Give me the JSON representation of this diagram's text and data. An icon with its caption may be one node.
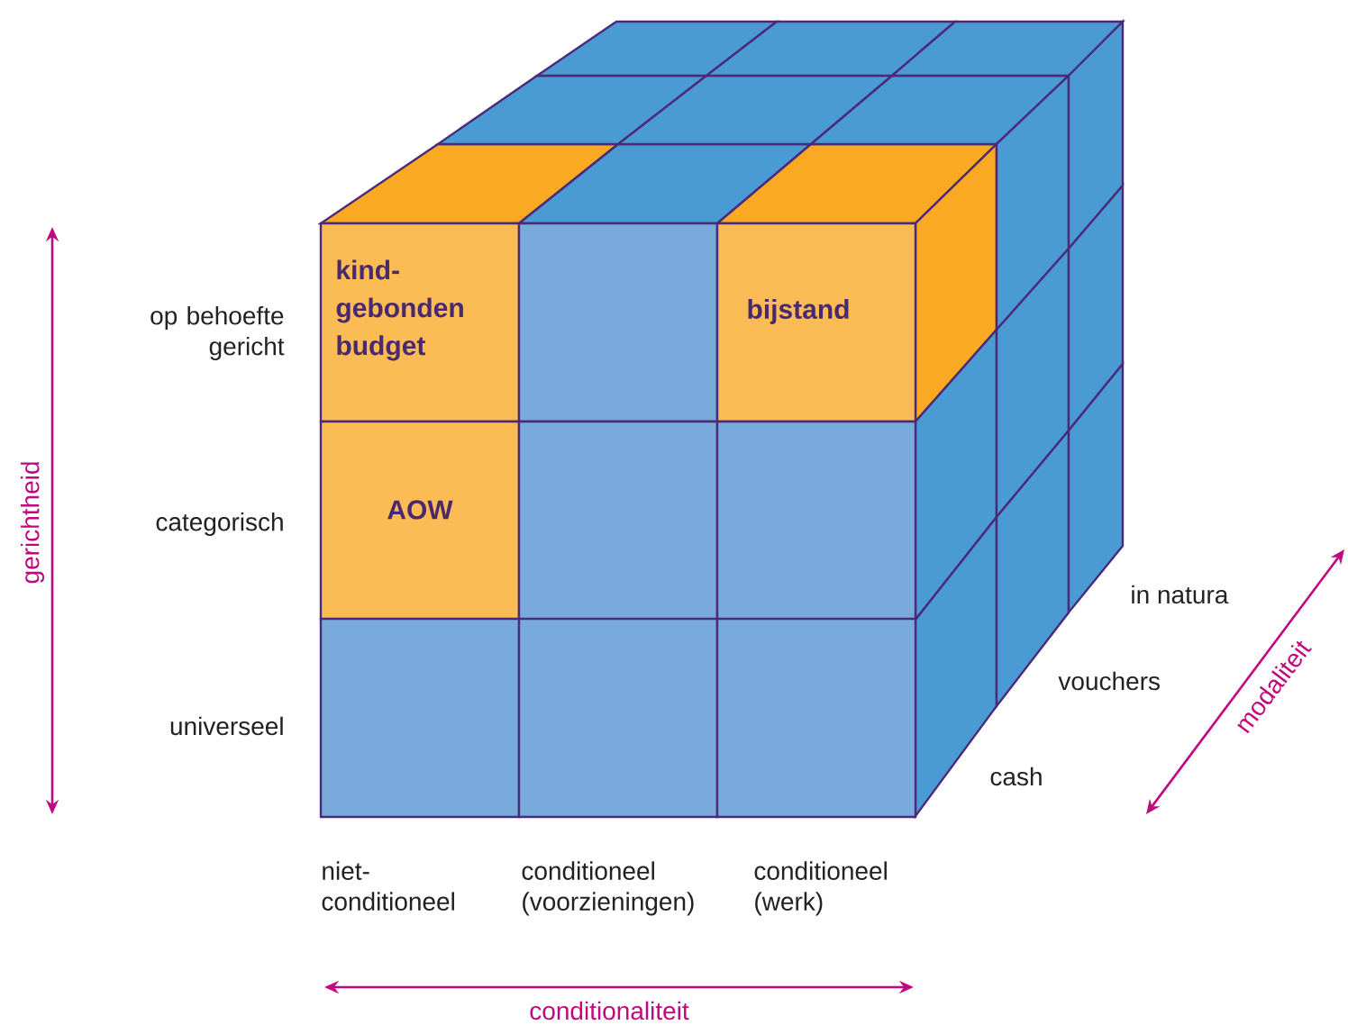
{
  "diagram": {
    "nodes": [
      {
        "text": [
          "kind-gebonden budget"
        ]
      },
      {
        "text": [],
        "shape": "box"
      },
      {
        "text": [
          "bijstand"
        ]
      },
      {
        "text": [
          "AOW"
        ]
      },
      {
        "text": [],
        "shape": "box"
      },
      {
        "text": [],
        "shape": "box"
      },
      {
        "text": [],
        "shape": "box"
      },
      {
        "text": [],
        "shape": "box"
      },
      {
        "text": [],
        "shape": "box"
      }
    ],
    "labels": [
      "gerichtheid",
      "op behoefte gericht",
      "categorisch",
      "universeel",
      "in natura",
      "vouchers",
      "cash",
      "modaliteit",
      "niet-conditioneel",
      "conditioneel (voorzieningen)",
      "conditioneel (werk)",
      "conditionaliteit"
    ]
  }
}
